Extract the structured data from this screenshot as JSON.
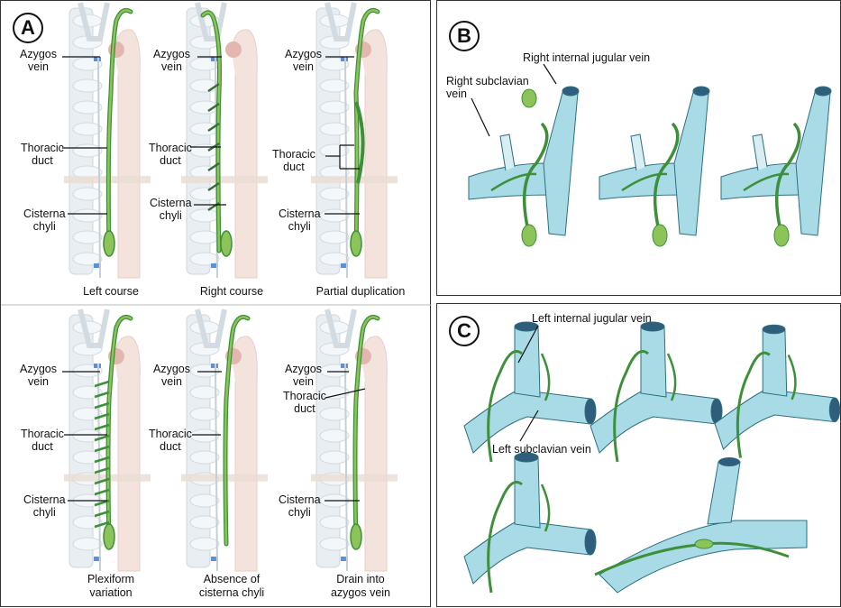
{
  "panelA": {
    "badge": "A",
    "columns": [
      {
        "caption": "Left course",
        "azygos": "Azygos\nvein",
        "duct": "Thoracic\nduct",
        "cisterna": "Cisterna\nchyli"
      },
      {
        "caption": "Right course",
        "azygos": "Azygos\nvein",
        "duct": "Thoracic\nduct",
        "cisterna": "Cisterna\nchyli"
      },
      {
        "caption": "Partial duplication",
        "azygos": "Azygos\nvein",
        "duct": "Thoracic\nduct",
        "cisterna": "Cisterna\nchyli"
      }
    ],
    "columns2": [
      {
        "caption": "Plexiform\nvariation",
        "azygos": "Azygos\nvein",
        "duct": "Thoracic\nduct",
        "cisterna": "Cisterna\nchyli"
      },
      {
        "caption": "Absence of\ncisterna chyli",
        "azygos": "Azygos\nvein",
        "duct": "Thoracic\nduct"
      },
      {
        "caption": "Drain into\nazygos vein",
        "azygos": "Azygos\nvein",
        "duct": "Thoracic\nduct",
        "cisterna": "Cisterna\nchyli"
      }
    ]
  },
  "panelB": {
    "badge": "B",
    "rijv": "Right internal jugular vein",
    "rsv": "Right subclavian\nvein"
  },
  "panelC": {
    "badge": "C",
    "lijv": "Left internal jugular vein",
    "lsv": "Left subclavian vein"
  },
  "colors": {
    "vein": "#a9dbe6",
    "veinEdge": "#2a6f80",
    "duct": "#3e8f3a",
    "ductLight": "#8cc45a",
    "aorta": "#f3e3dc",
    "spine": "#e8eef2"
  }
}
